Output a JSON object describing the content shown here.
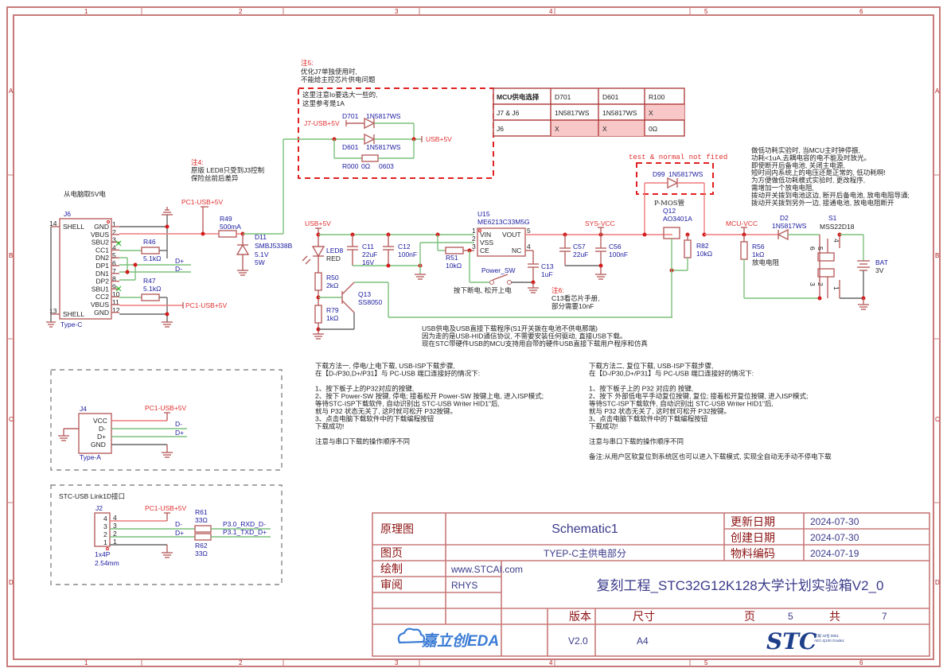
{
  "frame": {
    "columns": [
      "1",
      "2",
      "3",
      "4",
      "5",
      "6"
    ],
    "rows": [
      "A",
      "B",
      "C",
      "D"
    ]
  },
  "notes": {
    "note5_title": "注5:",
    "note5_line1": "优化J7单独使用时,",
    "note5_line2": "不能给主控芯片供电问题",
    "io_line1": "这里注意Io要选大一些的,",
    "io_line2": "这里参考是1A",
    "note4_title": "注4:",
    "note4_line1": "原版 LED8只受到J3控制",
    "note4_line2": "保险丝前后差异",
    "pc_power": "从电脑取5V电",
    "test_not_fitted": "test & normal not fited",
    "note6_title": "注6:",
    "note6_line1": "C13看芯片手册,",
    "note6_line2": "部分需要10nF",
    "power_sw_hint": "按下断电, 松开上电",
    "low_power": [
      "做低功耗实验时, 当MCU主时钟停振,",
      "功耗<1uA,去耦电容的电不能及时放光。",
      "即使断开后备电池, 关闭主电源,",
      "短时间内系统上的电压还是正常的, 低功耗啊!",
      "为方便做低功耗模式实验时, 更改程序,",
      "需增加一个放电电阻,",
      "拨动开关拨到电池这边, 断开后备电池, 放电电阻导通;",
      "拨动开关拨到另外一边, 接通电池, 放电电阻断开"
    ],
    "usb_supply": [
      "USB供电及USB直接下载程序(S1开关拨在电池不供电那端)",
      "因为走的是USB-HID通信协议, 不需要安装任何驱动, 直接USB下载。",
      "现在STC带硬件USB的MCU支持用自带的硬件USB直接下载用户程序和仿真"
    ],
    "method1": [
      "下载方法一, 停电/上电下载, USB-ISP下载步骤,",
      "在【D-/P30,D+/P31】与 PC-USB 端口连接好的情况下:",
      "",
      "1、按下板子上的P32对应的按键,",
      "2、按下 Power-SW 按键, 停电; 接着松开 Power-SW 按键上电, 进入ISP模式;",
      "等待STC-ISP下载软件, 自动识别出 STC-USB Writer HID1\"后,",
      "就与 P32 状态无关了, 这时就可松开 P32按键。",
      "3、点击电脑下载软件中的下载编程按钮",
      "下载成功!",
      "",
      "注意与串口下载的操作顺序不同"
    ],
    "method2": [
      "下载方法二, 复位下载, USB-ISP下载步骤,",
      "在【D-/P30,D+/P31】与 PC-USB 端口连接好的情况下:",
      "",
      "1、按下板子上的 P32 对应的 按键,",
      "2、按下 外部低电平手动复位按键, 复位; 接着松开复位按键, 进入ISP模式;",
      "等待STC-ISP下载软件, 自动识别出 STC-USB Writer HID1\"后,",
      "就与 P32 状态无关了, 这时就可松开 P32按键。",
      "3、点击电脑下载软件中的下载编程按钮",
      "下载成功!",
      "",
      "注意与串口下载的操作顺序不同",
      "",
      "备注:从用户区软复位到系统区也可以进入下载模式, 实现全自动无手动不停电下载"
    ],
    "link1d": "STC-USB Link1D接口"
  },
  "mcu_table": {
    "headers": [
      "MCU供电选择",
      "D701",
      "D601",
      "R100"
    ],
    "rows": [
      [
        "J7 & J6",
        "1N5817WS",
        "1N5817WS",
        "X"
      ],
      [
        "J6",
        "X",
        "X",
        "0Ω"
      ]
    ]
  },
  "nets": {
    "pc1_usb5v": "PC1-USB+5V",
    "usb5v": "USB+5V",
    "j7_usb5v": "J7-USB+5V",
    "sys_vcc": "SYS-VCC",
    "mcu_vcc": "MCU-VCC",
    "dplus": "D+",
    "dminus": "D-",
    "p30": "P3.0_RXD_D-",
    "p31": "P3.1_TXD_D+"
  },
  "components": {
    "j6": {
      "ref": "J6",
      "value": "Type-C",
      "left_pins": [
        {
          "num": "14",
          "name": "SHELL"
        },
        {
          "num": "13",
          "name": "SHELL"
        }
      ],
      "right_pins": [
        {
          "num": "1",
          "name": "GND"
        },
        {
          "num": "2",
          "name": "VBUS"
        },
        {
          "num": "3",
          "name": "SBU2"
        },
        {
          "num": "4",
          "name": "CC1"
        },
        {
          "num": "5",
          "name": "DN2"
        },
        {
          "num": "6",
          "name": "DP1"
        },
        {
          "num": "7",
          "name": "DN1"
        },
        {
          "num": "8",
          "name": "DP2"
        },
        {
          "num": "9",
          "name": "SBU1"
        },
        {
          "num": "10",
          "name": "CC2"
        },
        {
          "num": "11",
          "name": "VBUS"
        },
        {
          "num": "12",
          "name": "GND"
        }
      ]
    },
    "r46": {
      "ref": "R46",
      "value": "5.1kΩ"
    },
    "r47": {
      "ref": "R47",
      "value": "5.1kΩ"
    },
    "r49": {
      "ref": "R49",
      "value": "500mA"
    },
    "d11": {
      "ref": "D11",
      "part": "SMBJ5338B",
      "v": "5.1V",
      "p": "5W"
    },
    "d701": {
      "ref": "D701",
      "part": "1N5817WS"
    },
    "d601": {
      "ref": "D601",
      "part": "1N5817WS"
    },
    "r000": {
      "ref": "R000",
      "value": "0Ω",
      "pkg": "0603"
    },
    "led8": {
      "ref": "LED8",
      "value": "RED"
    },
    "r50": {
      "ref": "R50",
      "value": "2kΩ"
    },
    "r79": {
      "ref": "R79",
      "value": "1kΩ"
    },
    "q13": {
      "ref": "Q13",
      "value": "SS8050"
    },
    "c11": {
      "ref": "C11",
      "value": "22uF",
      "v": "16V"
    },
    "c12": {
      "ref": "C12",
      "value": "100nF"
    },
    "u15": {
      "ref": "U15",
      "value": "ME6213C33M5G",
      "pins": [
        {
          "num": "1",
          "name": "VIN"
        },
        {
          "num": "2",
          "name": "VSS"
        },
        {
          "num": "3",
          "name": "CE"
        },
        {
          "num": "5",
          "name": "VOUT"
        },
        {
          "num": "4",
          "name": "NC"
        }
      ]
    },
    "r51": {
      "ref": "R51",
      "value": "10kΩ"
    },
    "c13": {
      "ref": "C13",
      "value": "1uF"
    },
    "power_sw": {
      "ref": "Power_SW"
    },
    "c57": {
      "ref": "C57",
      "value": "22uF"
    },
    "c56": {
      "ref": "C56",
      "value": "100nF"
    },
    "d99": {
      "ref": "D99",
      "part": "1N5817WS"
    },
    "q12": {
      "type": "P-MOS管",
      "ref": "Q12",
      "value": "AO3401A"
    },
    "r82": {
      "ref": "R82",
      "value": "10kΩ"
    },
    "r56": {
      "ref": "R56",
      "value": "1kΩ",
      "desc": "放电电阻"
    },
    "d2": {
      "ref": "D2",
      "part": "1N5817WS"
    },
    "s1": {
      "ref": "S1",
      "value": "MSS22D18",
      "pins": [
        "6",
        "5",
        "4",
        "3",
        "2",
        "1"
      ]
    },
    "bat": {
      "ref": "BAT",
      "value": "3V"
    },
    "j4": {
      "ref": "J4",
      "value": "Type-A",
      "pins": [
        "VCC",
        "D-",
        "D+",
        "GND"
      ]
    },
    "j2": {
      "ref": "J2",
      "value": "1x4P",
      "pitch": "2.54mm",
      "pins": [
        "4",
        "3",
        "2",
        "1"
      ]
    },
    "r61": {
      "ref": "R61",
      "value": "33Ω"
    },
    "r62": {
      "ref": "R62",
      "value": "33Ω"
    }
  },
  "title_block": {
    "schematic_label": "原理图",
    "schematic_name": "Schematic1",
    "page_label": "图页",
    "page_name": "TYEP-C主供电部分",
    "updated_label": "更新日期",
    "updated": "2024-07-30",
    "created_label": "创建日期",
    "created": "2024-07-30",
    "part_label": "物料编码",
    "part": "2024-07-19",
    "drawn_label": "绘制",
    "drawn": "www.STCAI.com",
    "review_label": "审阅",
    "review": "RHYS",
    "project": "复刻工程_STC32G12K128大学计划实验箱V2_0",
    "version_label": "版本",
    "version": "V2.0",
    "size_label": "尺寸",
    "size": "A4",
    "page_word": "页",
    "page_num": "5",
    "total_word": "共",
    "total": "7",
    "eda_logo": "嘉立创EDA",
    "stc_logo": "STC",
    "stc_sub1": "车规 32位 8051",
    "stc_sub2": "AEC-Q100 Grade1"
  }
}
